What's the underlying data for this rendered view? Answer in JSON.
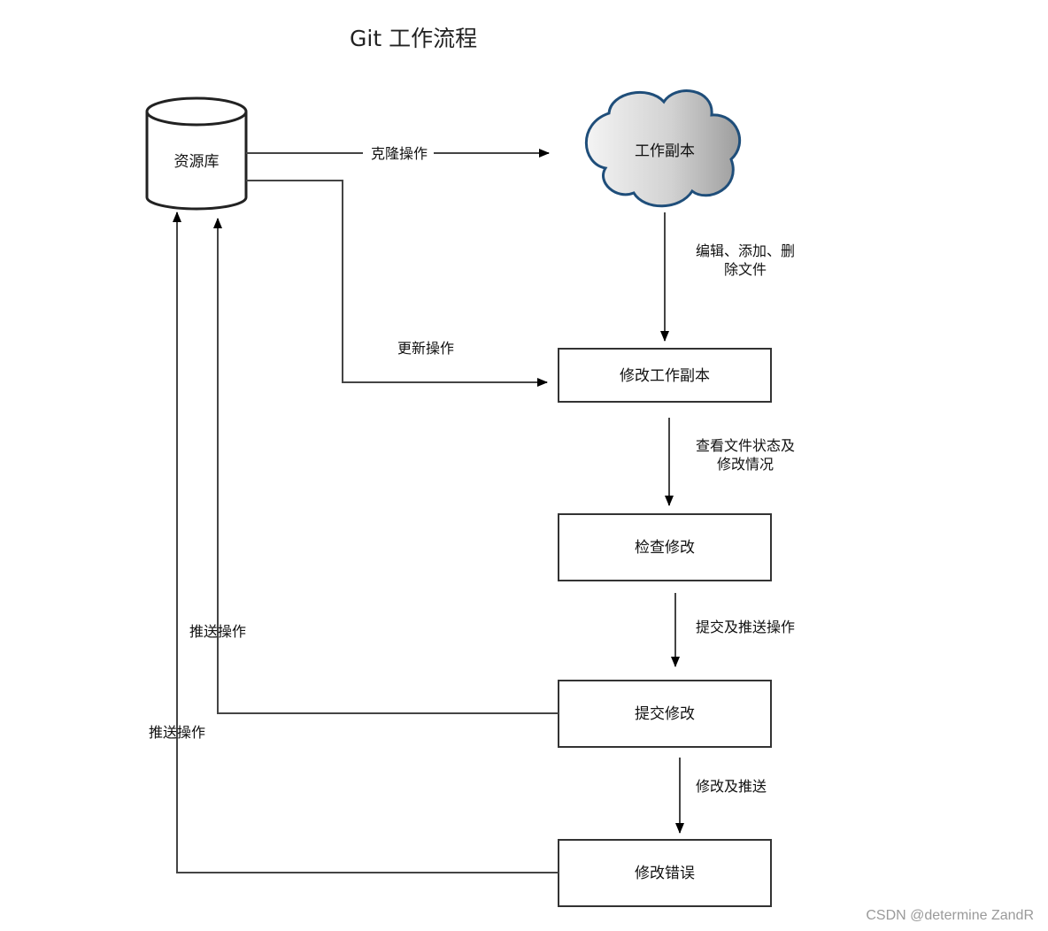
{
  "title": "Git 工作流程",
  "nodes": {
    "repo": "资源库",
    "working_copy": "工作副本",
    "modify_copy": "修改工作副本",
    "review": "检查修改",
    "commit": "提交修改",
    "fix": "修改错误"
  },
  "edges": {
    "clone": "克隆操作",
    "update": "更新操作",
    "edit_line1": "编辑、添加、删",
    "edit_line2": "除文件",
    "status_line1": "查看文件状态及",
    "status_line2": "修改情况",
    "commit_push": "提交及推送操作",
    "modify_push": "修改及推送",
    "push_inner": "推送操作",
    "push_outer": "推送操作"
  },
  "watermark": "CSDN @determine  ZandR"
}
